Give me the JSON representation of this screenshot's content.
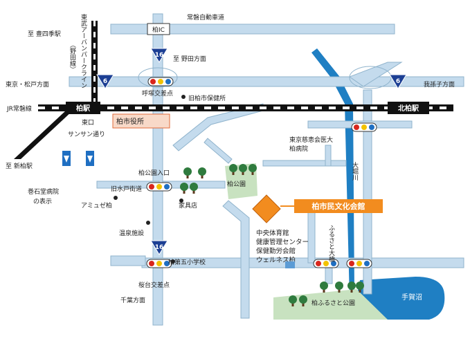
{
  "map": {
    "highways": {
      "joban_expressway": "常磐自動車道",
      "kashiwa_ic": "柏IC",
      "route_16": "16",
      "route_6": "6"
    },
    "directions": {
      "toyoshiki": "至 豊四季駅",
      "noda": "至 野田方面",
      "tokyo_matsudo": "東京・松戸方面",
      "abiko": "我孫子方面",
      "shinkashiwa": "至 新柏駅",
      "chiba": "千葉方面"
    },
    "rail": {
      "jr_joban": "JR常磐線",
      "kashiwa_station": "柏駅",
      "kita_kashiwa_station": "北柏駅",
      "tobu_urban_park_line": "東武アーバンパークライン",
      "noda_line": "（野田線）",
      "east_exit": "東口"
    },
    "landmarks": {
      "yobizuka_crossing": "呼塚交差点",
      "old_health_center": "旧柏市保健所",
      "city_hall": "柏市役所",
      "sansan_street": "サンサン通り",
      "jikei_hospital": "東京慈恵会医大\n柏病院",
      "kashiwa_park_entrance": "柏公園入口",
      "kashiwa_park": "柏公園",
      "old_mito_road": "旧水戸街道",
      "furniture_store": "家具店",
      "makiishido_sign": "巻石堂病院\nの表示",
      "amuse_kashiwa": "アミュゼ柏",
      "onsen": "温泉施設",
      "ohorigawa": "大堀川",
      "culture_hall": "柏市民文化会館",
      "facility_list": [
        "中央体育館",
        "健康管理センター",
        "保健勤労会館",
        "ウェルネス柏"
      ],
      "furusato_bridge": "ふるさと大橋",
      "daigo_school": "柏第五小学校",
      "sakuradai_crossing": "桜台交差点",
      "teganuma": "手賀沼",
      "furusato_park": "柏ふるさと公園"
    }
  },
  "colors": {
    "road": "#c4dbed",
    "road_edge": "#8fb3cc",
    "water": "#1f7fc3",
    "park": "#c8e2c0",
    "tree": "#2f7b3e",
    "tree_trunk": "#5b3a1e",
    "accent_orange": "#f28c1f",
    "signal_red": "#d9261c",
    "signal_yellow": "#f2c200",
    "signal_blue": "#1f6fc2",
    "route_shield": "#1c3f94"
  }
}
